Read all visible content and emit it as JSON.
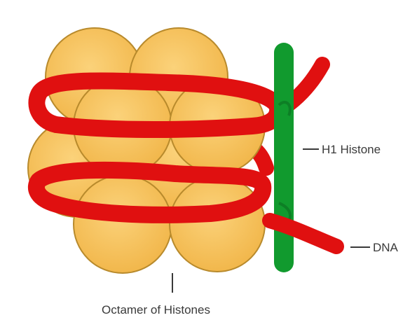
{
  "labels": {
    "h1_histone": "H1 Histone",
    "dna": "DNA",
    "octamer": "Octamer of Histones"
  },
  "colors": {
    "histone_fill": "#f7c45e",
    "histone_outline": "#b88a2c",
    "dna": "#e01010",
    "h1": "#119a2e",
    "text": "#3a3a3a"
  }
}
